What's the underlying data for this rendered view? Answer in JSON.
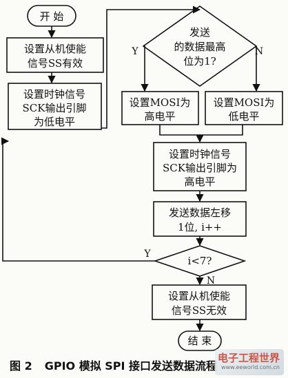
{
  "nodes": {
    "start": "开 始",
    "enable_ss": [
      "设置从机使能",
      "信号SS有效"
    ],
    "sck_low": [
      "设置时钟信号",
      "SCK输出引脚",
      "为低电平"
    ],
    "decision_msb": [
      "发送",
      "的数据最高",
      "位为1?"
    ],
    "mosi_high": [
      "设置MOSI为",
      "高电平"
    ],
    "mosi_low": [
      "设置MOSI为",
      "低电平"
    ],
    "sck_high": [
      "设置时钟信号",
      "SCK输出引脚为",
      "高电平"
    ],
    "shift": [
      "发送数据左移",
      "1位, i++"
    ],
    "decision_i": "i<7?",
    "disable_ss": [
      "设置从机使能",
      "信号SS无效"
    ],
    "end": "结 束"
  },
  "labels": {
    "y_left": "Y",
    "n_right": "N",
    "y_loop": "Y",
    "n_down": "N"
  },
  "caption": {
    "figure_no": "图 2",
    "text": "GPIO 模拟 SPI 接口发送数据流程"
  },
  "watermark": {
    "name": "电子工程世界",
    "url": "www.eeworld.com.cn"
  }
}
